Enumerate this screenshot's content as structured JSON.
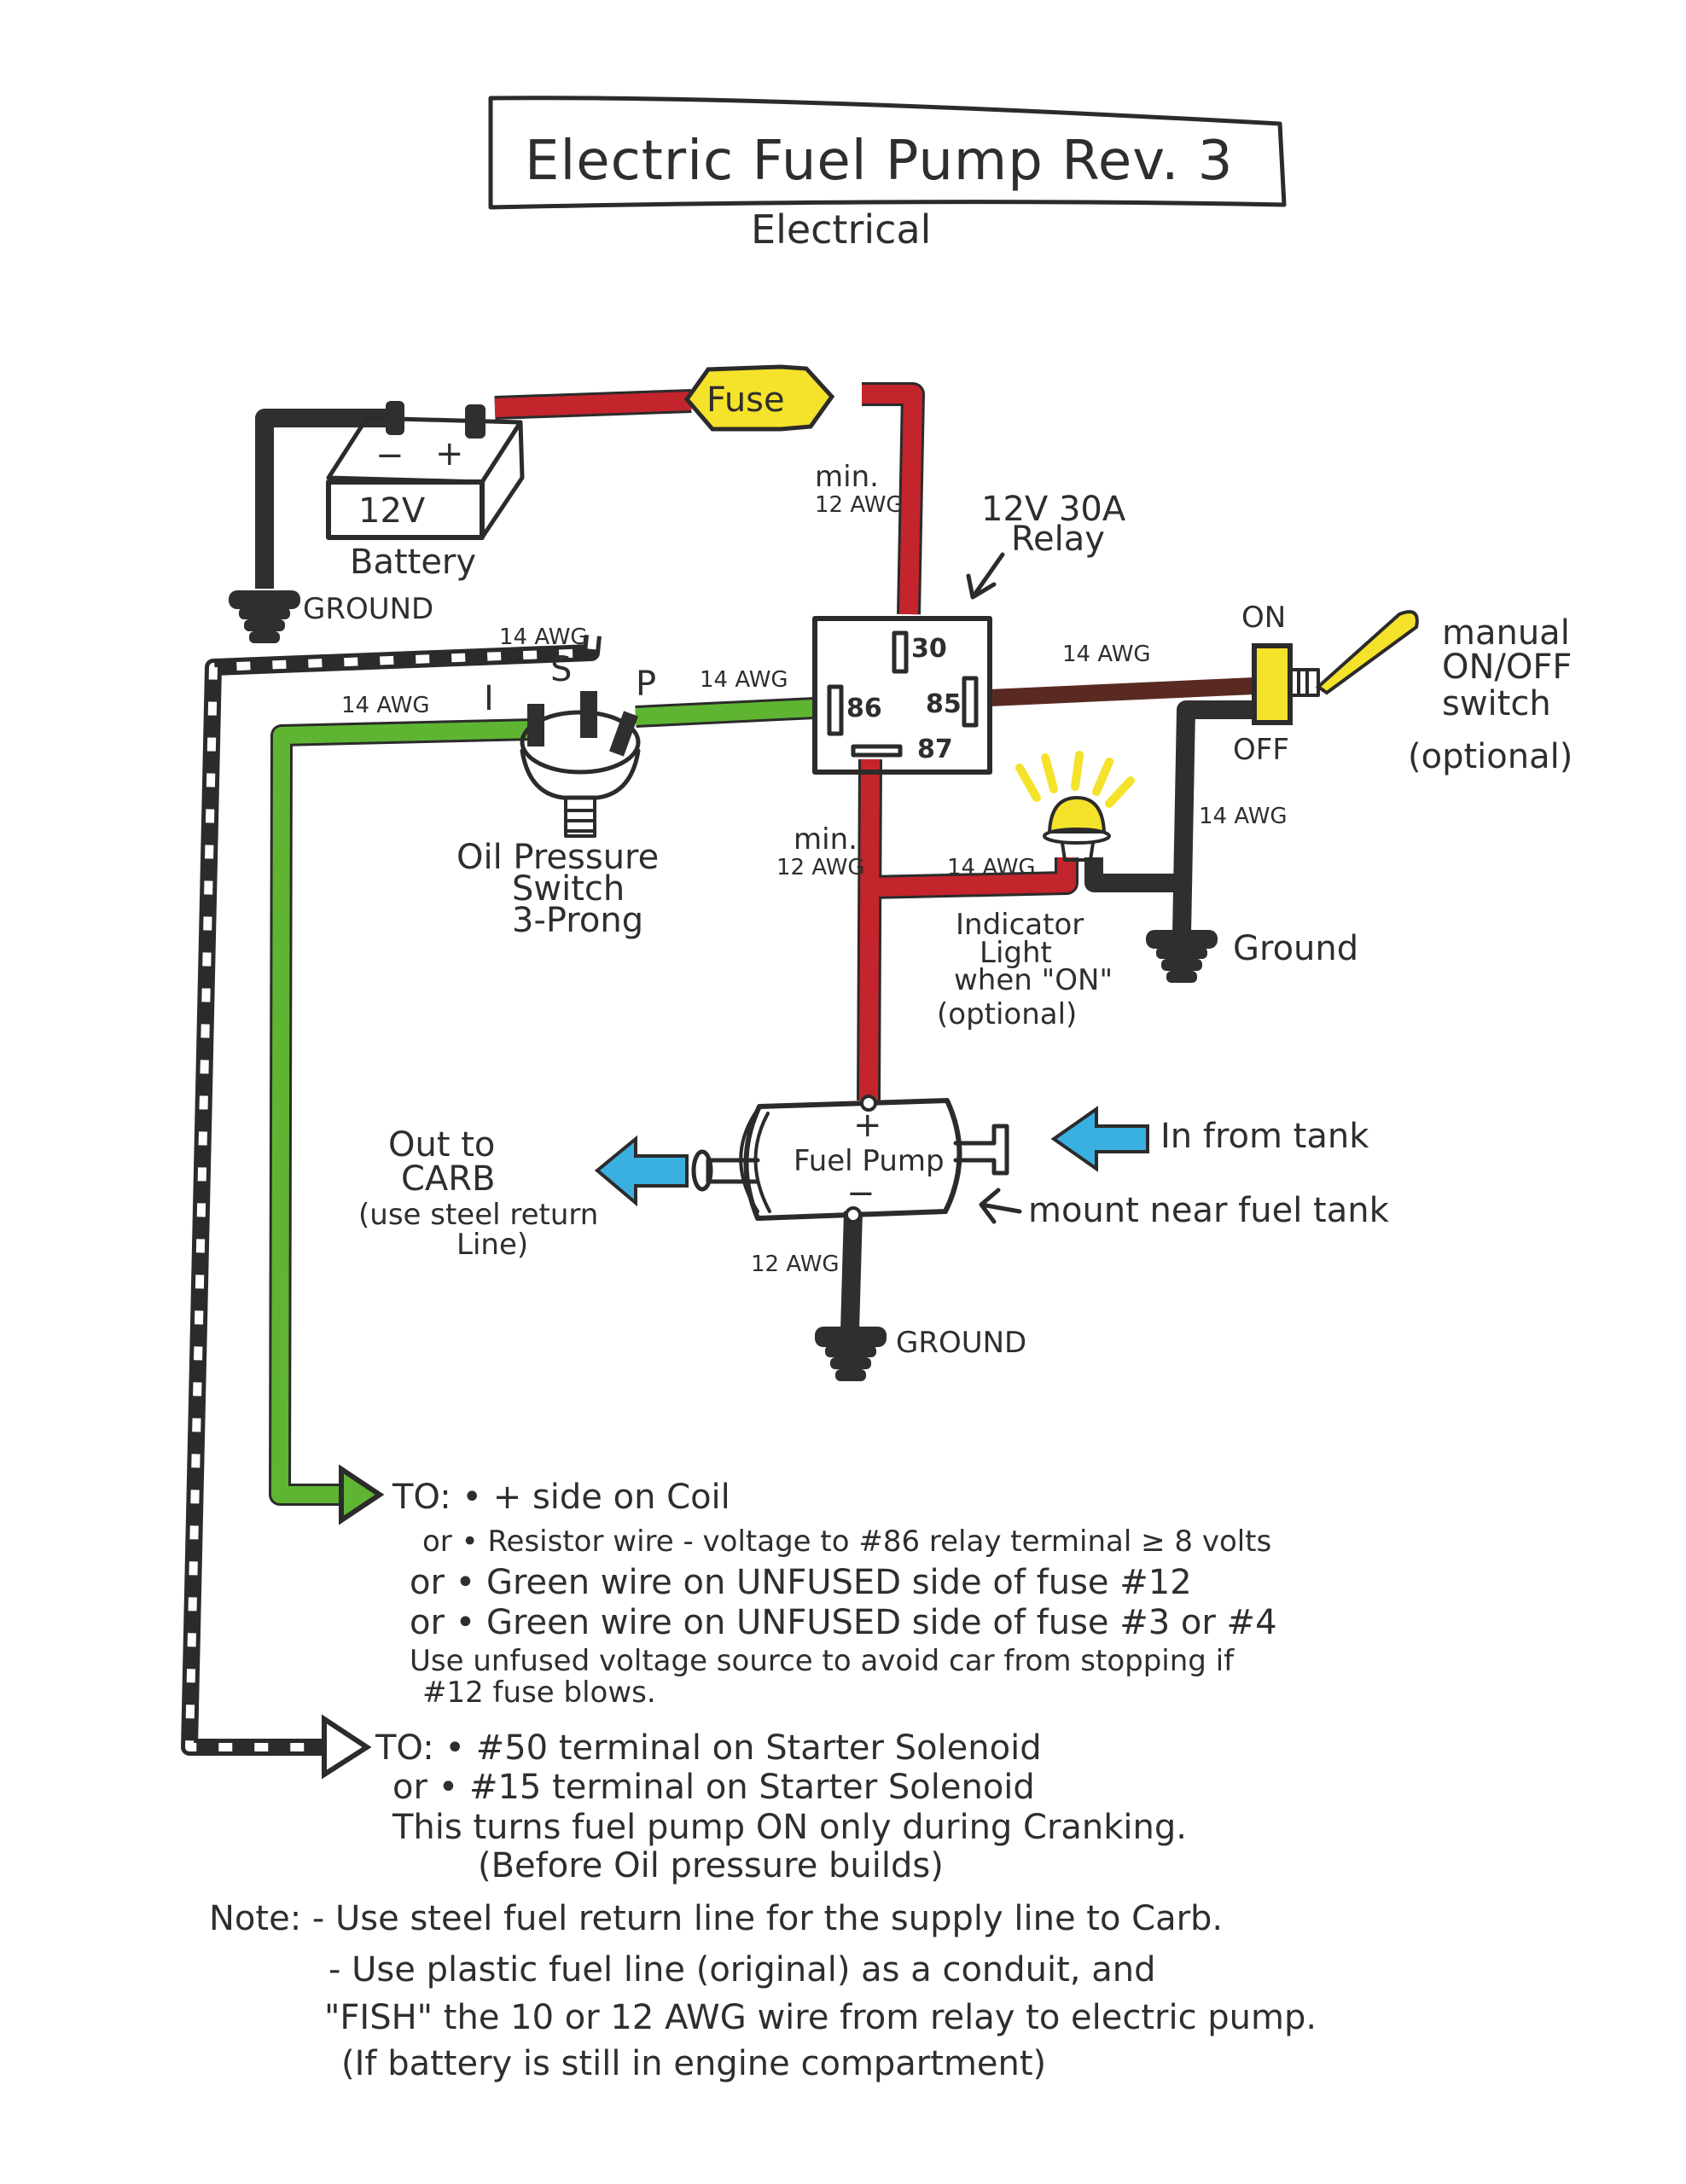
{
  "title": {
    "main": "Electric Fuel Pump  Rev. 3",
    "subtitle": "Electrical"
  },
  "colors": {
    "power_wire": "#c4242c",
    "trigger_wire": "#5fb532",
    "switch_wire": "#5a2a22",
    "ground_wire": "#2f2f2f",
    "fuse_fill": "#f5e22a",
    "fuel_arrow": "#3ab0e0"
  },
  "battery": {
    "voltage": "12V",
    "label": "Battery",
    "neg_symbol": "−",
    "pos_symbol": "+",
    "ground_label": "GROUND"
  },
  "fuse": {
    "label": "Fuse"
  },
  "relay": {
    "label_line1": "12V  30A",
    "label_line2": "Relay",
    "terminals": {
      "t30": "30",
      "t86": "86",
      "t85": "85",
      "t87": "87"
    },
    "feed_gauge_line1": "min.",
    "feed_gauge_line2": "12 AWG"
  },
  "oil_switch": {
    "terminals": {
      "i": "I",
      "s": "S",
      "p": "P"
    },
    "label_line1": "Oil Pressure",
    "label_line2": "Switch",
    "label_line3": "3-Prong",
    "wire_s_gauge": "14 AWG",
    "wire_i_gauge": "14 AWG",
    "wire_p_gauge": "14 AWG"
  },
  "manual_switch": {
    "on_label": "ON",
    "off_label": "OFF",
    "label_line1": "manual",
    "label_line2": "ON/OFF",
    "label_line3": "switch",
    "label_line4": "(optional)",
    "wire_in_gauge": "14 AWG",
    "wire_ground_gauge": "14 AWG"
  },
  "indicator": {
    "label_line1": "Indicator",
    "label_line2": "Light",
    "label_line3": "when \"ON\"",
    "label_line4": "(optional)",
    "wire_gauge": "14 AWG",
    "ground_label": "Ground"
  },
  "pump": {
    "label": "Fuel Pump",
    "pos_symbol": "+",
    "neg_symbol": "−",
    "feed_gauge_line1": "min.",
    "feed_gauge_line2": "12 AWG",
    "ground_gauge": "12 AWG",
    "ground_label": "GROUND",
    "outlet_label_line1": "Out to",
    "outlet_label_line2": "CARB",
    "outlet_label_line3": "(use steel return",
    "outlet_label_line4": "Line)",
    "inlet_label": "In from tank",
    "mount_note": "mount near fuel tank"
  },
  "notes": {
    "coil_block": [
      "TO: • + side on Coil",
      "or • Resistor wire  -  voltage to #86 relay terminal ≥ 8 volts",
      "or • Green wire on UNFUSED side of fuse #12",
      "or • Green wire on UNFUSED side of fuse #3 or #4",
      "Use unfused voltage source to avoid car from stopping if",
      "#12 fuse blows."
    ],
    "starter_block": [
      "TO: • #50 terminal on Starter Solenoid",
      "or • #15 terminal on Starter Solenoid",
      "This turns fuel pump ON only during Cranking.",
      "(Before Oil pressure builds)"
    ],
    "general_block": [
      "Note: - Use steel fuel return line for the supply line to Carb.",
      "- Use plastic fuel line (original) as a conduit, and",
      "\"FISH\" the 10 or 12 AWG wire from relay to electric pump.",
      "(If battery is still in engine compartment)"
    ]
  }
}
